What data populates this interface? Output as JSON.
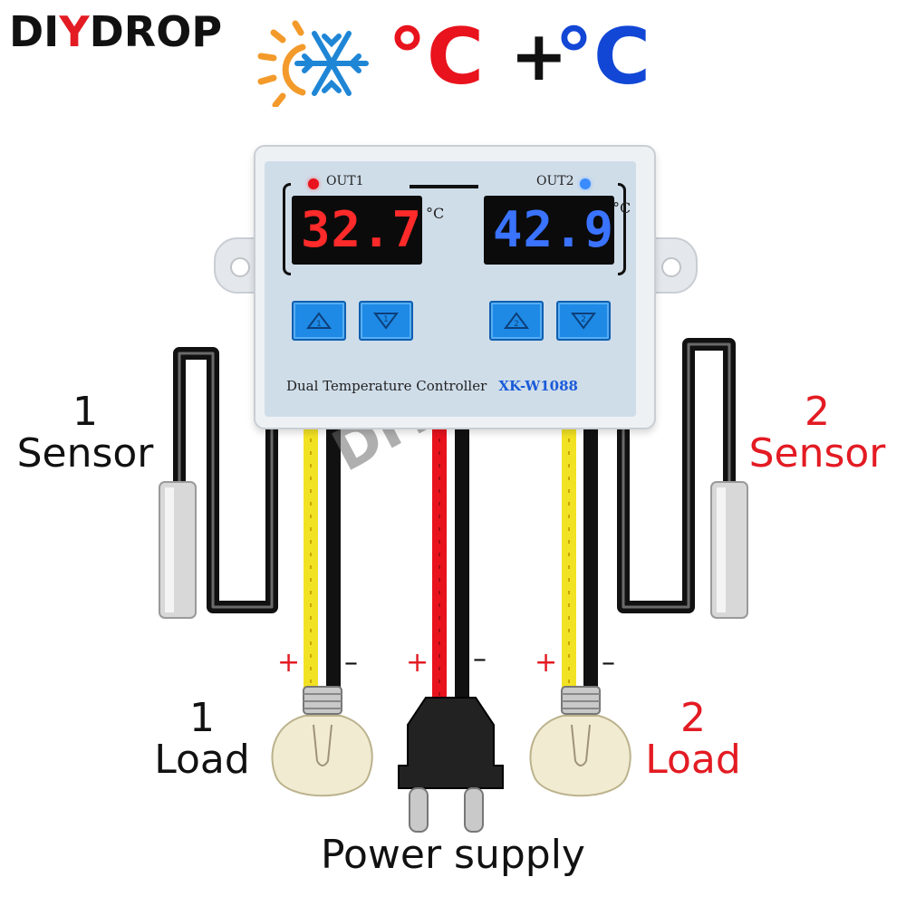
{
  "brand": {
    "name_part1": "DI",
    "name_part2": "Y",
    "name_part3": "DROP"
  },
  "header": {
    "unit_red": "°C",
    "plus": "+",
    "unit_blue": "°C",
    "icon": "sun-snowflake-icon"
  },
  "device": {
    "out1_label": "OUT1",
    "out2_label": "OUT2",
    "display1_value": "32.7",
    "display2_value": "42.9",
    "display_unit": "°C",
    "button1_up": "1",
    "button1_down": "1",
    "button2_up": "2",
    "button2_down": "2",
    "model_text": "Dual Temperature Controller",
    "model_code": "XK-W1088"
  },
  "labels": {
    "sensor1_num": "1",
    "sensor1_text": "Sensor",
    "sensor2_num": "2",
    "sensor2_text": "Sensor",
    "load1_num": "1",
    "load1_text": "Load",
    "load2_num": "2",
    "load2_text": "Load",
    "power": "Power supply"
  },
  "signs": {
    "plus": "+",
    "minus": "–"
  },
  "watermark": "DIYDROP",
  "colors": {
    "red": "#e31b23",
    "blue": "#1247d6",
    "display_red": "#ff2a2a",
    "display_blue": "#3a73ff",
    "wire_yellow": "#f2e224",
    "wire_red": "#e8131d",
    "wire_black": "#111111",
    "button_blue": "#1e8ae6"
  }
}
